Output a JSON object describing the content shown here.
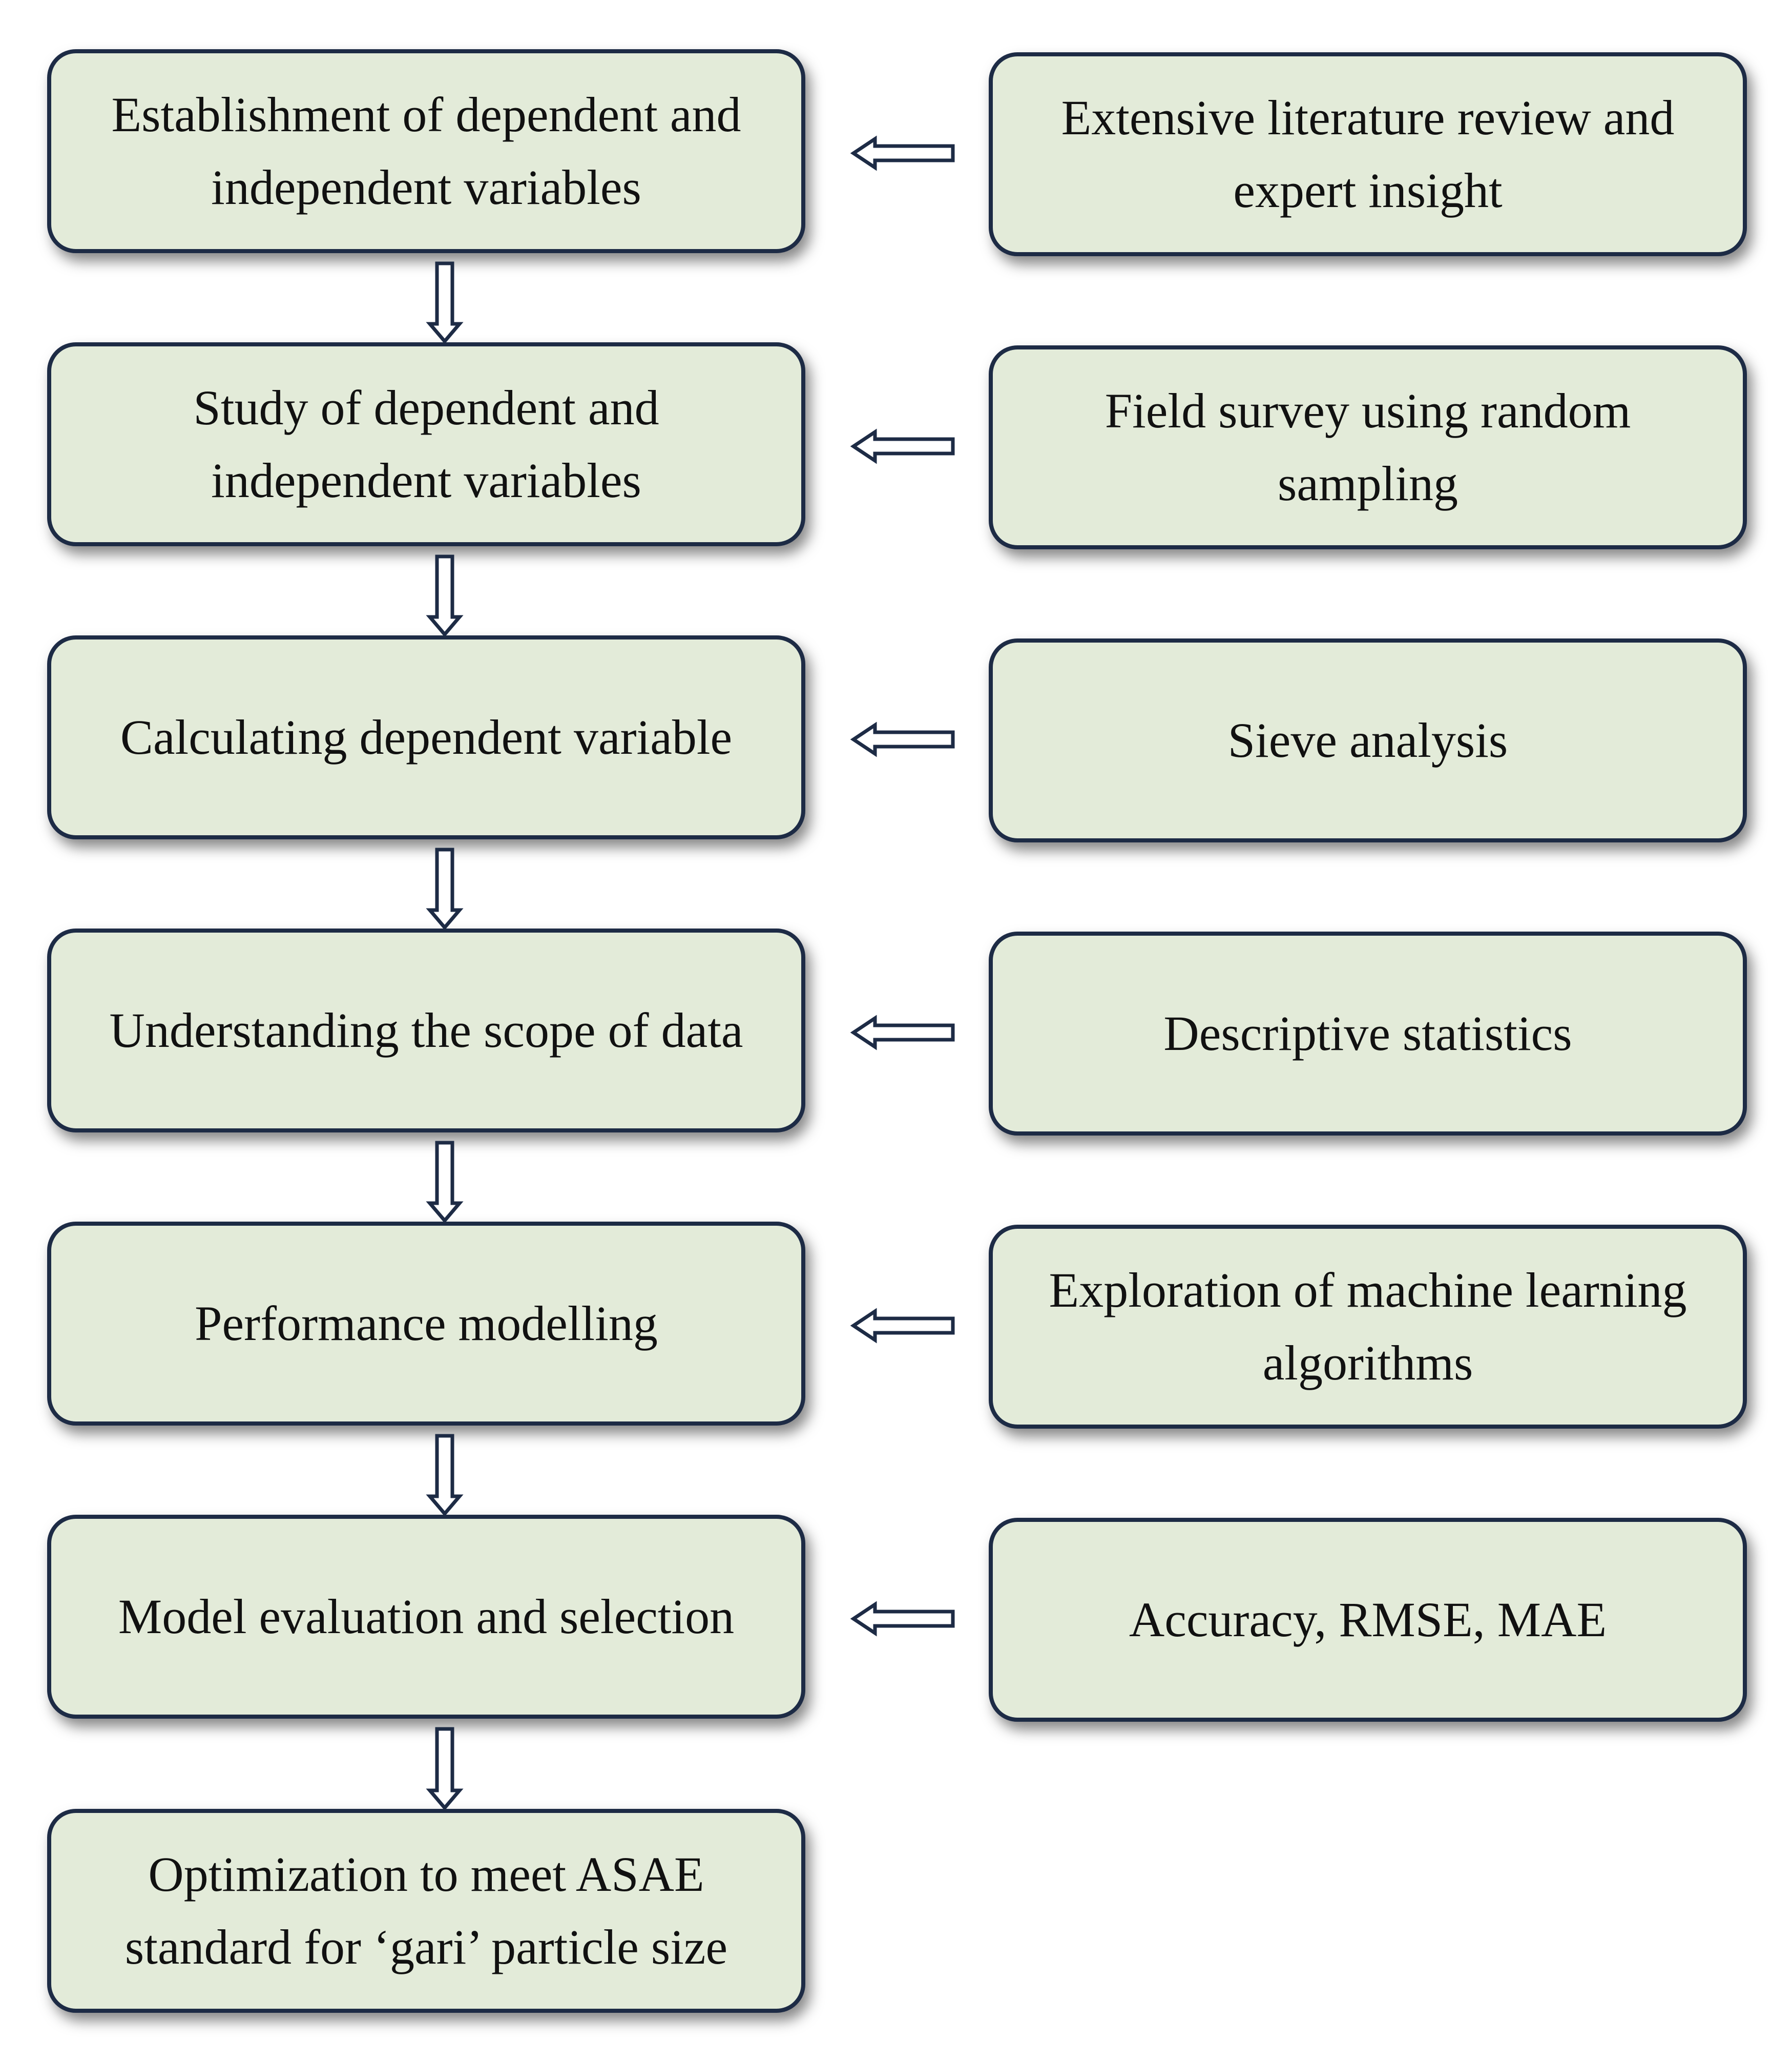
{
  "steps": [
    {
      "label": "Establishment of dependent and independent variables"
    },
    {
      "label": "Study of dependent and independent variables"
    },
    {
      "label": "Calculating dependent variable"
    },
    {
      "label": "Understanding the scope of data"
    },
    {
      "label": "Performance modelling"
    },
    {
      "label": "Model evaluation and selection"
    },
    {
      "label": "Optimization to meet ASAE standard for ‘gari’ particle size"
    }
  ],
  "methods": [
    {
      "label": "Extensive literature review and expert insight"
    },
    {
      "label": "Field survey using random sampling"
    },
    {
      "label": "Sieve analysis"
    },
    {
      "label": "Descriptive statistics"
    },
    {
      "label": "Exploration of machine learning algorithms"
    },
    {
      "label": "Accuracy, RMSE, MAE"
    }
  ],
  "colors": {
    "box_fill": "#e3ebd9",
    "box_border": "#1d2b45",
    "arrow": "#1d2b45"
  }
}
